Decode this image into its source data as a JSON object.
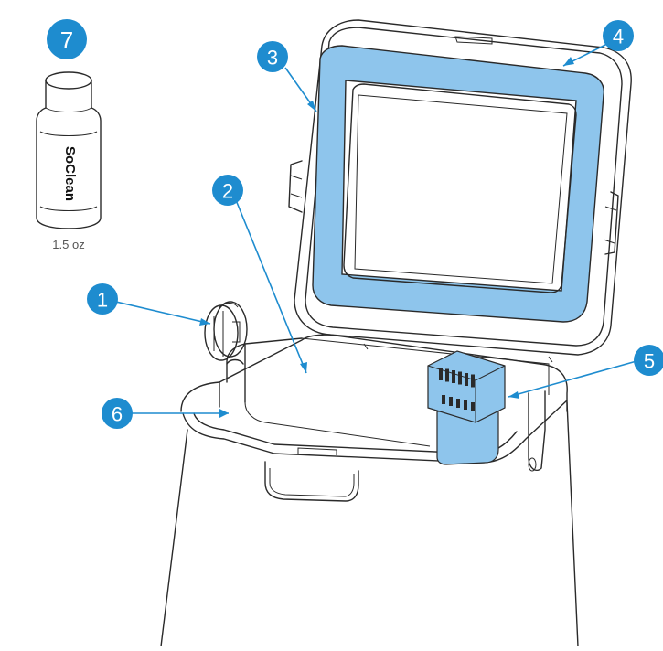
{
  "colors": {
    "accent_blue": "#1e8ccf",
    "gasket_blue": "#8ec5ec",
    "filter_blue": "#8ec5ec",
    "outline": "#2a2a2a"
  },
  "callouts": [
    {
      "number": "1",
      "part": "filter-cap"
    },
    {
      "number": "2",
      "part": "chamber"
    },
    {
      "number": "3",
      "part": "lid"
    },
    {
      "number": "4",
      "part": "lid-gasket"
    },
    {
      "number": "5",
      "part": "cartridge-filter"
    },
    {
      "number": "6",
      "part": "base-rim"
    },
    {
      "number": "7",
      "part": "bottle"
    }
  ],
  "bottle": {
    "brand": "SoClean",
    "size_label": "1.5 oz"
  }
}
